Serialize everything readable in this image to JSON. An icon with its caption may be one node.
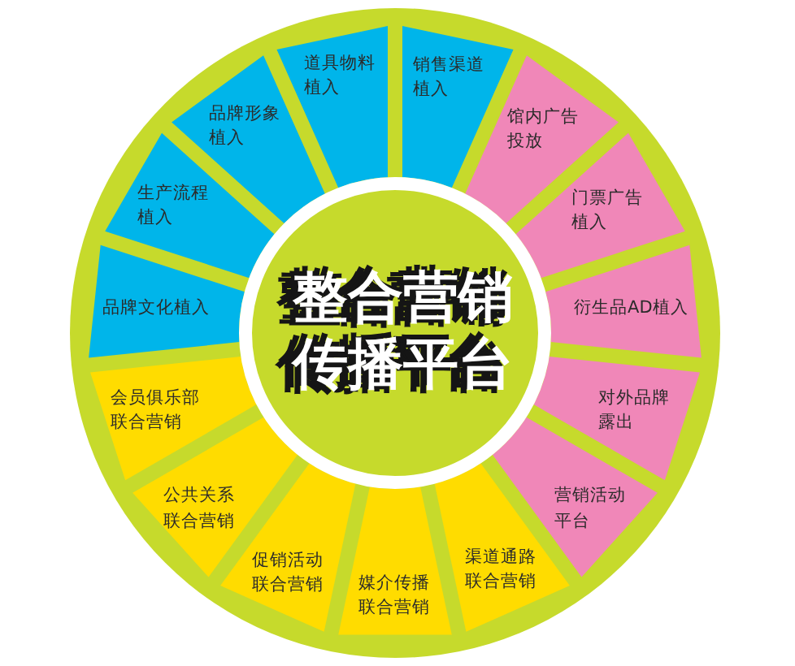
{
  "diagram": {
    "nodes": [
      {
        "text": [
          "整合营销传播平台"
        ]
      },
      {
        "text": [
          "道具物料植入"
        ]
      },
      {
        "text": [
          "销售渠道植入"
        ]
      },
      {
        "text": [
          "馆内广告投放"
        ]
      },
      {
        "text": [
          "门票广告植入"
        ]
      },
      {
        "text": [
          "衍生品AD植入"
        ]
      },
      {
        "text": [
          "对外品牌露出"
        ]
      },
      {
        "text": [
          "营销活动平台"
        ]
      },
      {
        "text": [
          "渠道通路联合营销"
        ]
      },
      {
        "text": [
          "媒介传播联合营销"
        ]
      },
      {
        "text": [
          "促销活动联合营销"
        ]
      },
      {
        "text": [
          "公共关系联合营销"
        ]
      },
      {
        "text": [
          "会员俱乐部联合营销"
        ]
      },
      {
        "text": [
          "品牌文化植入"
        ]
      },
      {
        "text": [
          "生产流程植入"
        ]
      },
      {
        "text": [
          "品牌形象植入"
        ]
      }
    ]
  }
}
